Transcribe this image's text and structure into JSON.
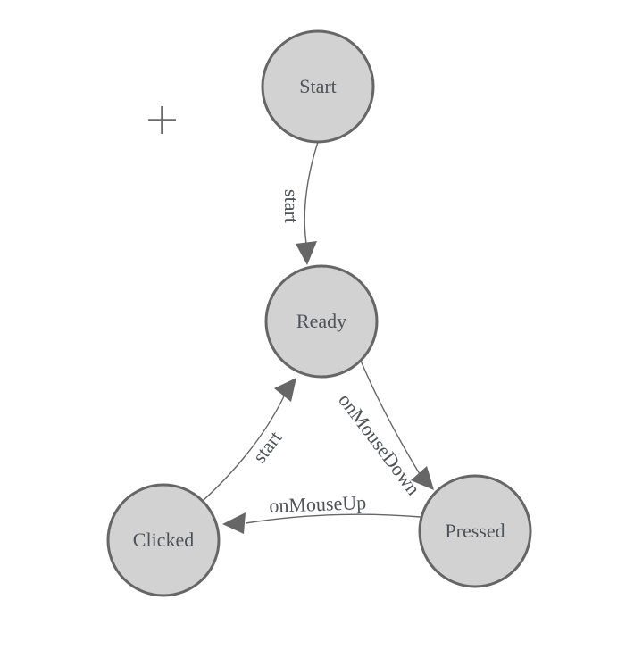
{
  "diagram": {
    "kind": "finite-state-machine",
    "colors": {
      "background": "#ffffff",
      "node_fill": "#d2d2d2",
      "node_stroke": "#666666",
      "edge_color": "#666666",
      "label_color": "#4f5357",
      "cursor_color": "#6a6a6a"
    },
    "nodes": [
      {
        "id": "start",
        "label": "Start"
      },
      {
        "id": "ready",
        "label": "Ready"
      },
      {
        "id": "clicked",
        "label": "Clicked"
      },
      {
        "id": "pressed",
        "label": "Pressed"
      }
    ],
    "edges": [
      {
        "from": "start",
        "to": "ready",
        "label": "start"
      },
      {
        "from": "ready",
        "to": "pressed",
        "label": "onMouseDown"
      },
      {
        "from": "pressed",
        "to": "clicked",
        "label": "onMouseUp"
      },
      {
        "from": "clicked",
        "to": "ready",
        "label": "start"
      }
    ]
  }
}
